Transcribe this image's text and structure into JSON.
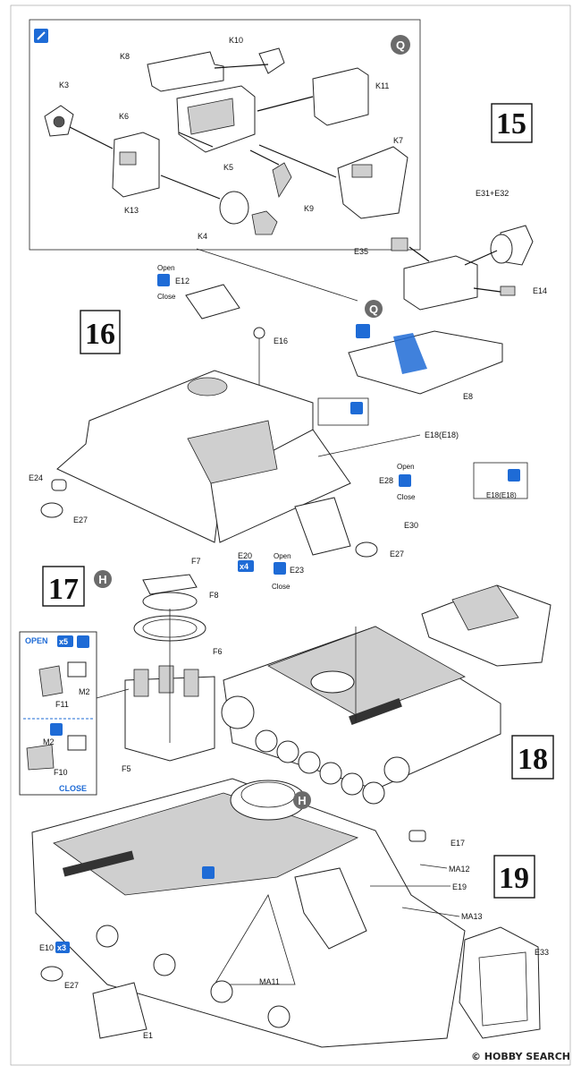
{
  "steps": {
    "s15": "15",
    "s16": "16",
    "s17": "17",
    "s18": "18",
    "s19": "19"
  },
  "badges": {
    "q": "Q",
    "h": "H"
  },
  "parts": {
    "k10": "K10",
    "k8": "K8",
    "k11": "K11",
    "k3": "K3",
    "k6": "K6",
    "k7": "K7",
    "k5": "K5",
    "k13": "K13",
    "k9": "K9",
    "k4": "K4",
    "e31e32": "E31+E32",
    "e35": "E35",
    "e14": "E14",
    "e8": "E8",
    "e12": "E12",
    "e16": "E16",
    "e18a": "E18(E18)",
    "e18b": "E18(E18)",
    "e24": "E24",
    "e27a": "E27",
    "e28": "E28",
    "e30": "E30",
    "e27b": "E27",
    "e20": "E20",
    "e23": "E23",
    "f7": "F7",
    "f8": "F8",
    "f6": "F6",
    "f5": "F5",
    "m2a": "M2",
    "f11": "F11",
    "m2b": "M2",
    "f10": "F10",
    "e17": "E17",
    "ma12": "MA12",
    "e19": "E19",
    "ma13": "MA13",
    "e10": "E10",
    "e27c": "E27",
    "ma11": "MA11",
    "e1": "E1",
    "e33": "E33"
  },
  "notes": {
    "open": "Open",
    "close": "Close",
    "open_caps": "OPEN",
    "close_caps": "CLOSE",
    "x4": "x4",
    "x5": "x5",
    "x3": "x3"
  },
  "watermark": "© HOBBY SEARCH",
  "colors": {
    "blue": "#1e6bd6",
    "badge_grey": "#6b6b6b",
    "frame": "#222222"
  },
  "icons": [
    "glue-icon",
    "open-close-icon",
    "paint-icon",
    "cement-icon"
  ]
}
